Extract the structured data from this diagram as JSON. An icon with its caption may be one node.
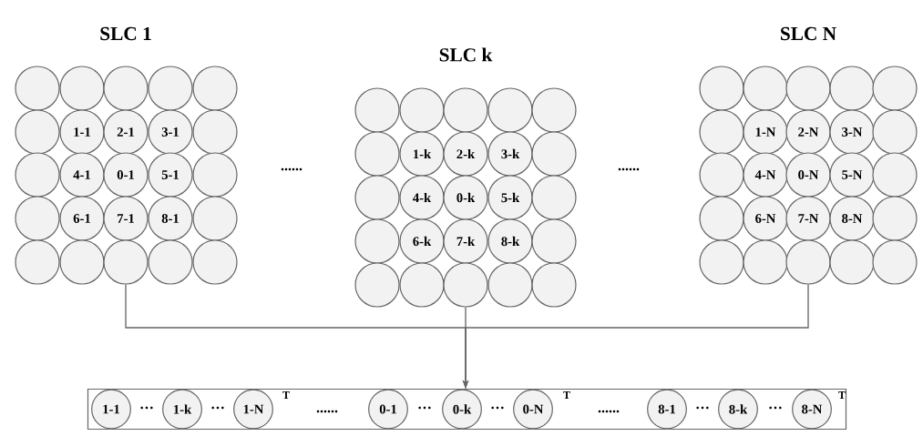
{
  "diagram": {
    "nodes": [
      {
        "text": [],
        "shape": "circle"
      },
      {
        "text": [],
        "shape": "circle"
      },
      {
        "text": [],
        "shape": "circle"
      },
      {
        "text": [],
        "shape": "circle"
      },
      {
        "text": [],
        "shape": "circle"
      },
      {
        "text": [],
        "shape": "circle"
      },
      {
        "text": [
          "1-1"
        ]
      },
      {
        "text": [
          "2-1"
        ]
      },
      {
        "text": [
          "3-1"
        ]
      },
      {
        "text": [],
        "shape": "circle"
      },
      {
        "text": [],
        "shape": "circle"
      },
      {
        "text": [
          "4-1"
        ]
      },
      {
        "text": [
          "0-1"
        ]
      },
      {
        "text": [
          "5-1"
        ]
      },
      {
        "text": [],
        "shape": "circle"
      },
      {
        "text": [],
        "shape": "circle"
      },
      {
        "text": [
          "6-1"
        ]
      },
      {
        "text": [
          "7-1"
        ]
      },
      {
        "text": [
          "8-1"
        ]
      },
      {
        "text": [],
        "shape": "circle"
      },
      {
        "text": [],
        "shape": "circle"
      },
      {
        "text": [],
        "shape": "circle"
      },
      {
        "text": [],
        "shape": "circle"
      },
      {
        "text": [],
        "shape": "circle"
      },
      {
        "text": [],
        "shape": "circle"
      },
      {
        "text": [],
        "shape": "circle"
      },
      {
        "text": [],
        "shape": "circle"
      },
      {
        "text": [],
        "shape": "circle"
      },
      {
        "text": [],
        "shape": "circle"
      },
      {
        "text": [],
        "shape": "circle"
      },
      {
        "text": [],
        "shape": "circle"
      },
      {
        "text": [
          "1-k"
        ]
      },
      {
        "text": [
          "2-k"
        ]
      },
      {
        "text": [
          "3-k"
        ]
      },
      {
        "text": [],
        "shape": "circle"
      },
      {
        "text": [],
        "shape": "circle"
      },
      {
        "text": [
          "4-k"
        ]
      },
      {
        "text": [
          "0-k"
        ]
      },
      {
        "text": [
          "5-k"
        ]
      },
      {
        "text": [],
        "shape": "circle"
      },
      {
        "text": [],
        "shape": "circle"
      },
      {
        "text": [
          "6-k"
        ]
      },
      {
        "text": [
          "7-k"
        ]
      },
      {
        "text": [
          "8-k"
        ]
      },
      {
        "text": [],
        "shape": "circle"
      },
      {
        "text": [],
        "shape": "circle"
      },
      {
        "text": [],
        "shape": "circle"
      },
      {
        "text": [],
        "shape": "circle"
      },
      {
        "text": [],
        "shape": "circle"
      },
      {
        "text": [],
        "shape": "circle"
      },
      {
        "text": [],
        "shape": "circle"
      },
      {
        "text": [],
        "shape": "circle"
      },
      {
        "text": [],
        "shape": "circle"
      },
      {
        "text": [],
        "shape": "circle"
      },
      {
        "text": [],
        "shape": "circle"
      },
      {
        "text": [],
        "shape": "circle"
      },
      {
        "text": [
          "1-N"
        ]
      },
      {
        "text": [
          "2-N"
        ]
      },
      {
        "text": [
          "3-N"
        ]
      },
      {
        "text": [],
        "shape": "circle"
      },
      {
        "text": [],
        "shape": "circle"
      },
      {
        "text": [
          "4-N"
        ]
      },
      {
        "text": [
          "0-N"
        ]
      },
      {
        "text": [
          "5-N"
        ]
      },
      {
        "text": [],
        "shape": "circle"
      },
      {
        "text": [],
        "shape": "circle"
      },
      {
        "text": [
          "6-N"
        ]
      },
      {
        "text": [
          "7-N"
        ]
      },
      {
        "text": [
          "8-N"
        ]
      },
      {
        "text": [],
        "shape": "circle"
      },
      {
        "text": [],
        "shape": "circle"
      },
      {
        "text": [],
        "shape": "circle"
      },
      {
        "text": [],
        "shape": "circle"
      },
      {
        "text": [],
        "shape": "circle"
      },
      {
        "text": [],
        "shape": "circle"
      },
      {
        "text": [],
        "shape": "box"
      },
      {
        "text": [
          "1-1"
        ],
        "in": 75
      },
      {
        "text": [
          "1-k"
        ],
        "in": 75
      },
      {
        "text": [
          "1-N"
        ],
        "in": 75
      },
      {
        "text": [
          "0-1"
        ],
        "in": 75
      },
      {
        "text": [
          "0-k"
        ],
        "in": 75
      },
      {
        "text": [
          "0-N"
        ],
        "in": 75
      },
      {
        "text": [
          "8-1"
        ],
        "in": 75
      },
      {
        "text": [
          "8-k"
        ],
        "in": 75
      },
      {
        "text": [
          "8-N"
        ],
        "in": 75
      }
    ],
    "edges": [
      {
        "from": 22,
        "to": 75,
        "arrow": "to"
      },
      {
        "from": 47,
        "to": 75,
        "arrow": "to"
      },
      {
        "from": 72,
        "to": 75,
        "arrow": "to"
      }
    ],
    "labels": [
      "SLC 1",
      "SLC k",
      "SLC N",
      "......",
      "......",
      "···",
      "···",
      "T",
      "......",
      "···",
      "···",
      "T",
      "......",
      "···",
      "···",
      "T"
    ]
  }
}
